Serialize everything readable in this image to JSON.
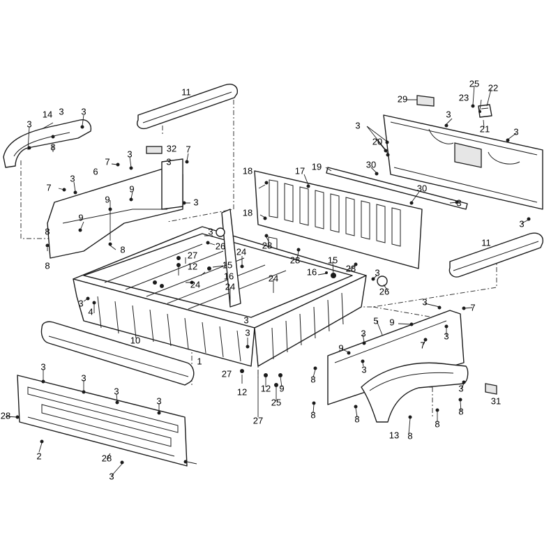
{
  "diagram": {
    "callouts": [
      {
        "id": "c11a",
        "label": "11"
      },
      {
        "id": "c14",
        "label": "14"
      },
      {
        "id": "c3a",
        "label": "3"
      },
      {
        "id": "c3b",
        "label": "3"
      },
      {
        "id": "c3c",
        "label": "3"
      },
      {
        "id": "c8a",
        "label": "8"
      },
      {
        "id": "c32",
        "label": "32"
      },
      {
        "id": "c7a",
        "label": "7"
      },
      {
        "id": "c7b",
        "label": "7"
      },
      {
        "id": "c3d",
        "label": "3"
      },
      {
        "id": "c3e",
        "label": "3"
      },
      {
        "id": "c6",
        "label": "6"
      },
      {
        "id": "c7c",
        "label": "7"
      },
      {
        "id": "c3f",
        "label": "3"
      },
      {
        "id": "c9a",
        "label": "9"
      },
      {
        "id": "c9b",
        "label": "9"
      },
      {
        "id": "c3g",
        "label": "3"
      },
      {
        "id": "c9c",
        "label": "9"
      },
      {
        "id": "c8b",
        "label": "8"
      },
      {
        "id": "c8c",
        "label": "8"
      },
      {
        "id": "c8d",
        "label": "8"
      },
      {
        "id": "c3h",
        "label": "3"
      },
      {
        "id": "c26a",
        "label": "26"
      },
      {
        "id": "c27a",
        "label": "27"
      },
      {
        "id": "c12a",
        "label": "12"
      },
      {
        "id": "c24a",
        "label": "24"
      },
      {
        "id": "c15a",
        "label": "15"
      },
      {
        "id": "c16a",
        "label": "16"
      },
      {
        "id": "c24b",
        "label": "24"
      },
      {
        "id": "c24c",
        "label": "24"
      },
      {
        "id": "c24d",
        "label": "24"
      },
      {
        "id": "c3i",
        "label": "3"
      },
      {
        "id": "c4",
        "label": "4"
      },
      {
        "id": "c10",
        "label": "10"
      },
      {
        "id": "c1",
        "label": "1"
      },
      {
        "id": "c27b",
        "label": "27"
      },
      {
        "id": "c12b",
        "label": "12"
      },
      {
        "id": "c3j",
        "label": "3"
      },
      {
        "id": "c12c",
        "label": "12"
      },
      {
        "id": "c9d",
        "label": "9"
      },
      {
        "id": "c25a",
        "label": "25"
      },
      {
        "id": "c27c",
        "label": "27"
      },
      {
        "id": "c3k",
        "label": "3"
      },
      {
        "id": "c18a",
        "label": "18"
      },
      {
        "id": "c17",
        "label": "17"
      },
      {
        "id": "c19",
        "label": "19"
      },
      {
        "id": "c30a",
        "label": "30"
      },
      {
        "id": "c30b",
        "label": "30"
      },
      {
        "id": "c18b",
        "label": "18"
      },
      {
        "id": "c28a",
        "label": "28"
      },
      {
        "id": "c28b",
        "label": "28"
      },
      {
        "id": "c15b",
        "label": "15"
      },
      {
        "id": "c16b",
        "label": "16"
      },
      {
        "id": "c28c",
        "label": "28"
      },
      {
        "id": "c3l",
        "label": "3"
      },
      {
        "id": "c26b",
        "label": "26"
      },
      {
        "id": "c29",
        "label": "29"
      },
      {
        "id": "c25b",
        "label": "25"
      },
      {
        "id": "c22",
        "label": "22"
      },
      {
        "id": "c23",
        "label": "23"
      },
      {
        "id": "c3m",
        "label": "3"
      },
      {
        "id": "c3n",
        "label": "3"
      },
      {
        "id": "c21",
        "label": "21"
      },
      {
        "id": "c3o",
        "label": "3"
      },
      {
        "id": "c20",
        "label": "20"
      },
      {
        "id": "c3p",
        "label": "3"
      },
      {
        "id": "c3q",
        "label": "3"
      },
      {
        "id": "c11b",
        "label": "11"
      },
      {
        "id": "c3r",
        "label": "3"
      },
      {
        "id": "c7d",
        "label": "7"
      },
      {
        "id": "c5",
        "label": "5"
      },
      {
        "id": "c9e",
        "label": "9"
      },
      {
        "id": "c7e",
        "label": "7"
      },
      {
        "id": "c3s",
        "label": "3"
      },
      {
        "id": "c3t",
        "label": "3"
      },
      {
        "id": "c9f",
        "label": "9"
      },
      {
        "id": "c3u",
        "label": "3"
      },
      {
        "id": "c8e",
        "label": "8"
      },
      {
        "id": "c8f",
        "label": "8"
      },
      {
        "id": "c8g",
        "label": "8"
      },
      {
        "id": "c8h",
        "label": "8"
      },
      {
        "id": "c8i",
        "label": "8"
      },
      {
        "id": "c13",
        "label": "13"
      },
      {
        "id": "c8j",
        "label": "8"
      },
      {
        "id": "c31",
        "label": "31"
      },
      {
        "id": "c3v",
        "label": "3"
      },
      {
        "id": "c3w",
        "label": "3"
      },
      {
        "id": "c3x",
        "label": "3"
      },
      {
        "id": "c3y",
        "label": "3"
      },
      {
        "id": "c3z",
        "label": "3"
      },
      {
        "id": "c28d",
        "label": "28"
      },
      {
        "id": "c2",
        "label": "2"
      },
      {
        "id": "c28e",
        "label": "28"
      },
      {
        "id": "c3aa",
        "label": "3"
      }
    ]
  }
}
